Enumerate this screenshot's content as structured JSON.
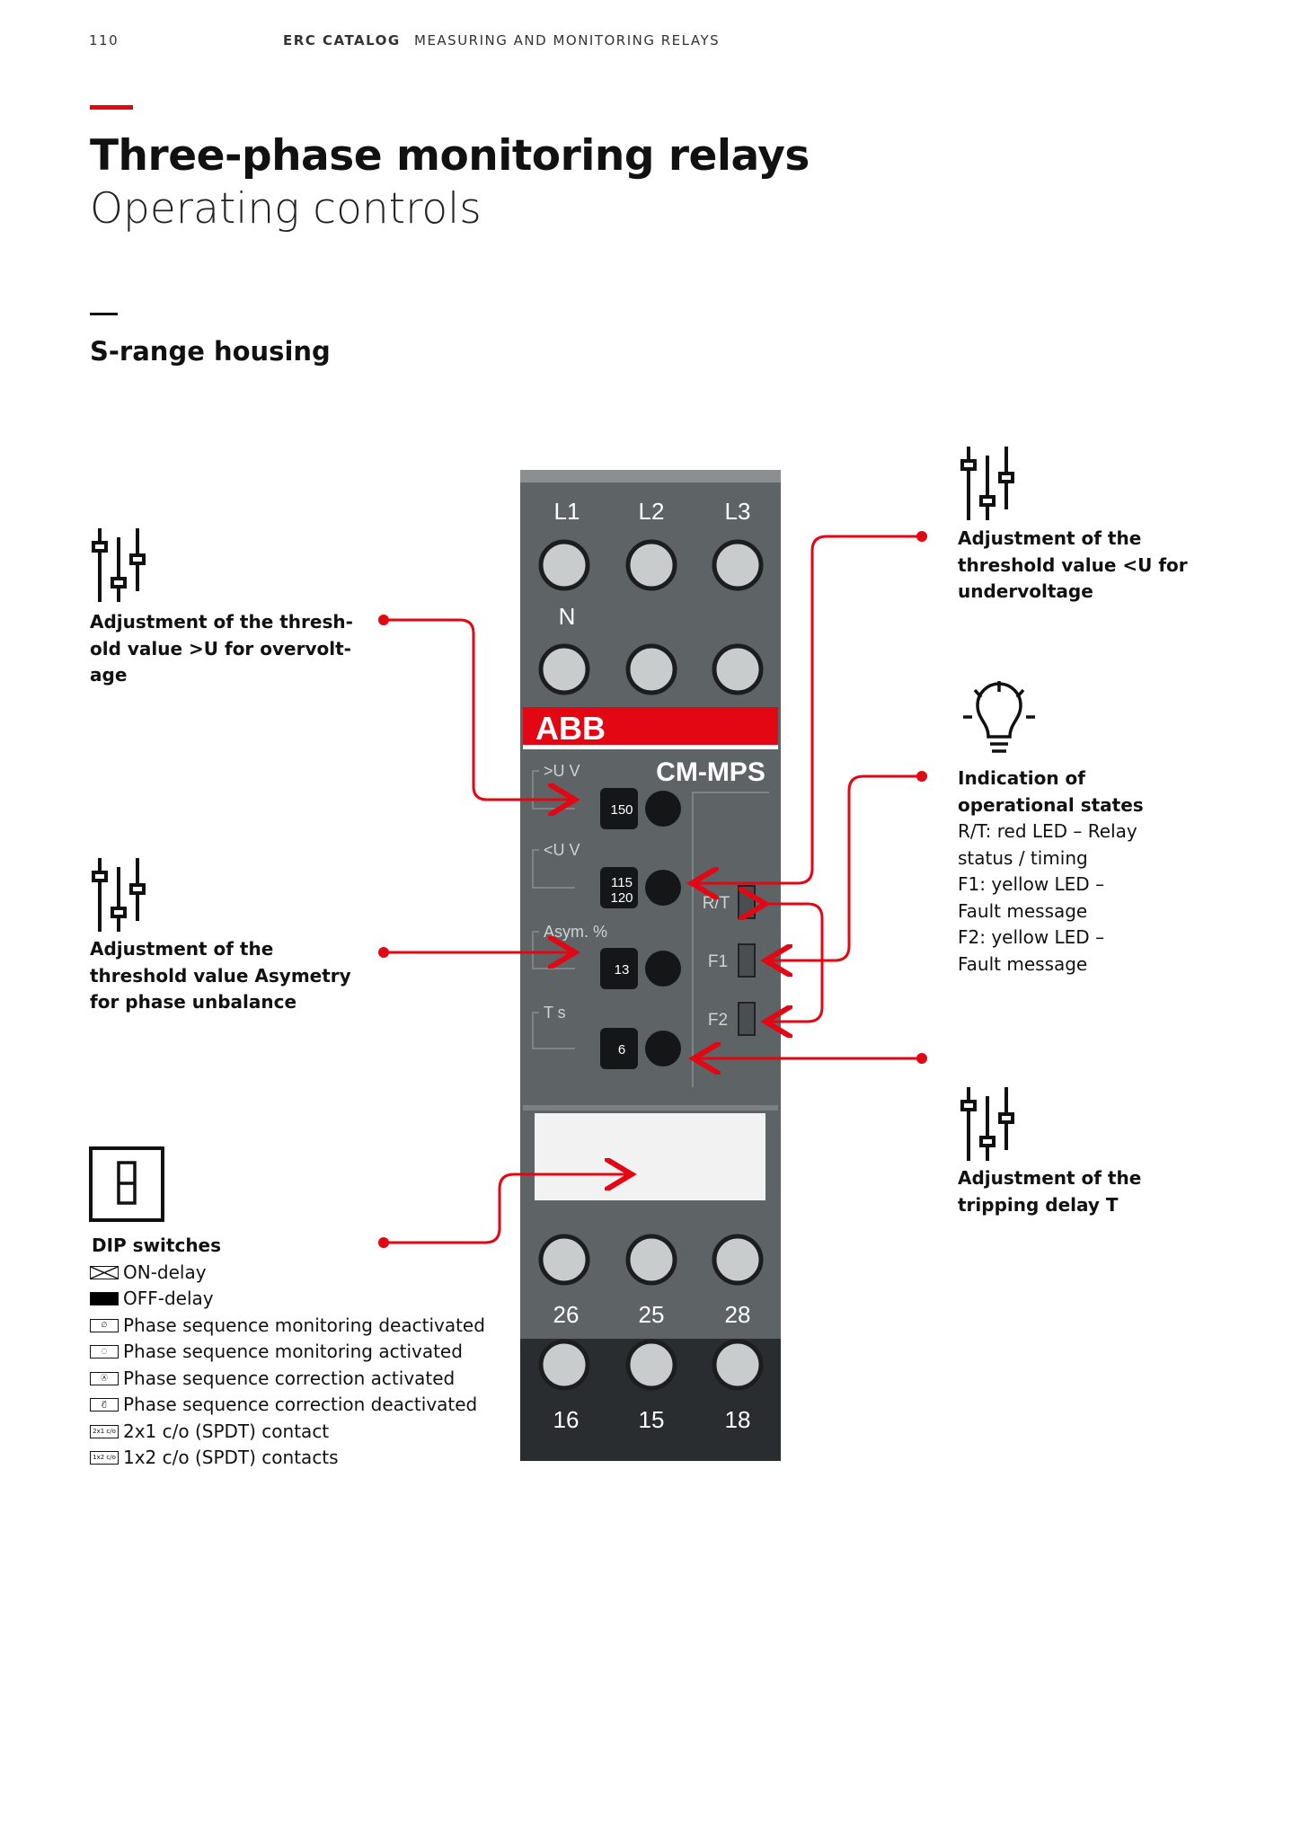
{
  "header": {
    "page_number": "110",
    "catalog": "ERC CATALOG",
    "section": "MEASURING AND MONITORING RELAYS"
  },
  "title": "Three-phase monitoring relays",
  "subtitle": "Operating controls",
  "section_title": "S-range housing",
  "left": {
    "overvoltage": [
      "Adjustment of the thresh-",
      "old value >U for overvolt-",
      "age"
    ],
    "asymmetry": [
      "Adjustment of the",
      "threshold value Asymetry",
      "for phase unbalance"
    ],
    "dip": {
      "title": "DIP switches",
      "items": [
        {
          "sym": "",
          "label": "ON-delay"
        },
        {
          "sym": "",
          "label": "OFF-delay"
        },
        {
          "sym": "∅",
          "label": "Phase sequence monitoring deactivated"
        },
        {
          "sym": "◌",
          "label": "Phase sequence monitoring activated"
        },
        {
          "sym": "Ⓐ",
          "label": "Phase sequence correction activated"
        },
        {
          "sym": "Ⓐ̸",
          "label": "Phase sequence correction deactivated"
        },
        {
          "sym": "2x1 c/o",
          "label": "2x1 c/o (SPDT) contact"
        },
        {
          "sym": "1x2 c/o",
          "label": "1x2 c/o (SPDT) contacts"
        }
      ]
    }
  },
  "right": {
    "undervoltage": [
      "Adjustment of the",
      "threshold value <U for",
      "undervoltage"
    ],
    "indication": {
      "bold": [
        "Indication of",
        "operational states"
      ],
      "lines": [
        "R/T: red LED – Relay",
        "status / timing",
        "F1: yellow LED –",
        "Fault message",
        "F2: yellow LED –",
        "Fault message"
      ]
    },
    "delay": [
      "Adjustment of the",
      "tripping delay T"
    ]
  },
  "device": {
    "brand": "ABB",
    "model": "CM-MPS",
    "top_terminals": [
      "L1",
      "L2",
      "L3"
    ],
    "neutral": "N",
    "dials": [
      {
        "label": ">U  V",
        "value": "150"
      },
      {
        "label": "<U  V",
        "value": "115"
      },
      {
        "label": "Asym.  %",
        "value": "13"
      },
      {
        "label": "T  s",
        "value": "6"
      }
    ],
    "dial2_extra": "120",
    "leds": [
      "R/T",
      "F1",
      "F2"
    ],
    "bottom_terminals_1": [
      "26",
      "25",
      "28"
    ],
    "bottom_terminals_2": [
      "16",
      "15",
      "18"
    ]
  },
  "colors": {
    "accent": "#e30613",
    "device": "#5e6366"
  }
}
